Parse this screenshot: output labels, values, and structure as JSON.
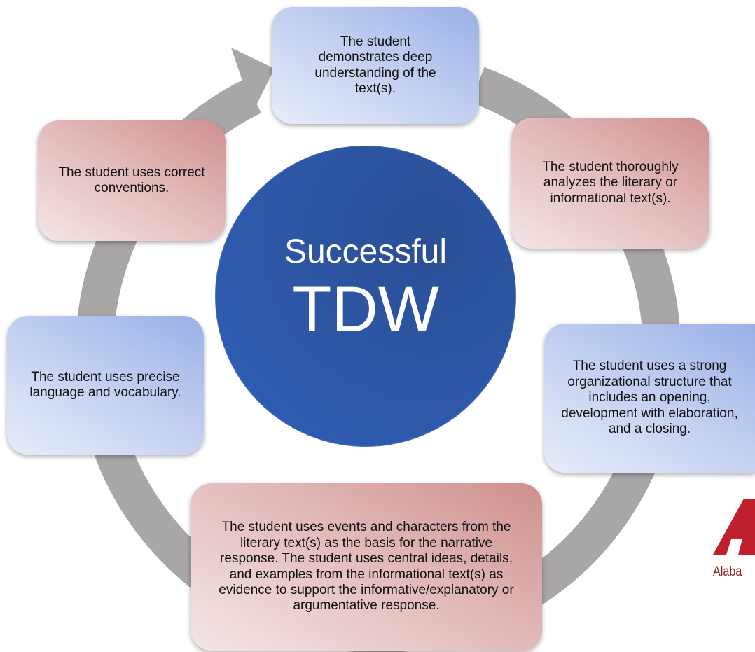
{
  "diagram": {
    "center": {
      "line1": "Successful",
      "line2": "TDW"
    },
    "nodes": [
      {
        "id": "top",
        "text": "The student demonstrates deep understanding of the text(s)."
      },
      {
        "id": "upper-right",
        "text": "The student thoroughly analyzes the literary or informational text(s)."
      },
      {
        "id": "lower-right",
        "text": "The student uses a strong organizational structure that includes an opening, development with elaboration, and a closing."
      },
      {
        "id": "bottom",
        "text": "The student uses events and characters from the literary text(s) as the basis for the narrative response. The student uses central ideas, details, and examples from the informational text(s) as evidence to support the informative/explanatory or argumentative response."
      },
      {
        "id": "lower-left",
        "text": "The student uses precise language and vocabulary."
      },
      {
        "id": "upper-left",
        "text": "The student uses correct conventions."
      }
    ],
    "colors": {
      "ring": "#a9a6a6",
      "center": "#2d56a4",
      "blue_node": "#bfcdf0",
      "red_node": "#e2b9b9",
      "logo_red": "#c0202b"
    }
  },
  "logo": {
    "text": "Alaba"
  }
}
